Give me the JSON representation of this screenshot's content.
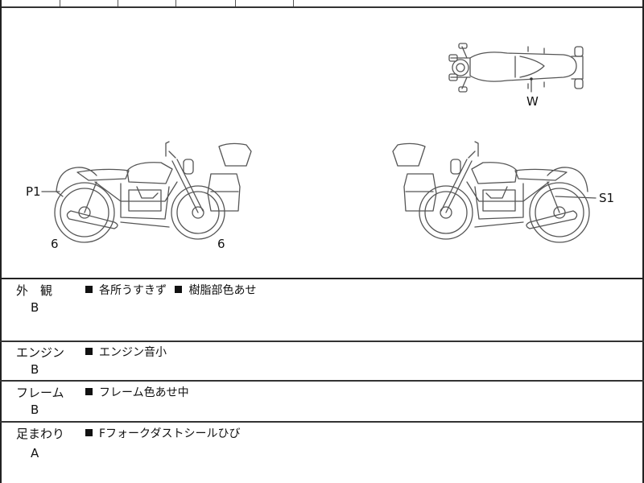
{
  "diagram": {
    "labels": {
      "p1": "P1",
      "s1": "S1",
      "w": "W",
      "left_front_wheel": "6",
      "left_rear_wheel": "6"
    },
    "line_color": "#555555"
  },
  "inspection": [
    {
      "category": "外　観",
      "grade": "B",
      "notes": [
        "各所うすきず",
        "樹脂部色あせ"
      ]
    },
    {
      "category": "エンジン",
      "grade": "B",
      "notes": [
        "エンジン音小"
      ]
    },
    {
      "category": "フレーム",
      "grade": "B",
      "notes": [
        "フレーム色あせ中"
      ]
    },
    {
      "category": "足まわり",
      "grade": "A",
      "notes": [
        "Fフォークダストシールひび"
      ]
    }
  ]
}
